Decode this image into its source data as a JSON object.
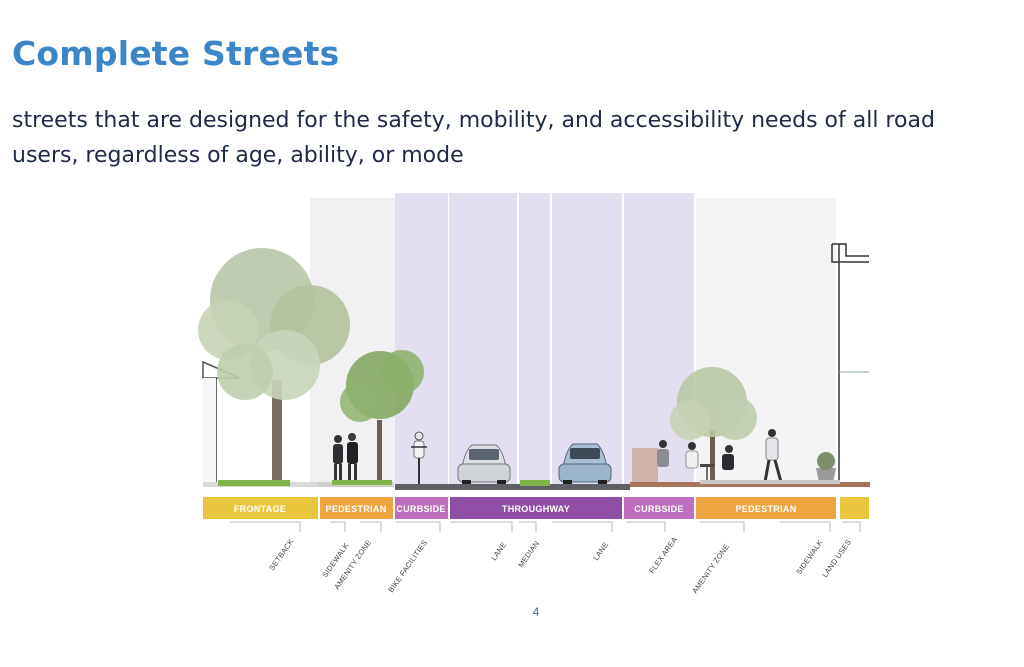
{
  "slide": {
    "title": "Complete Streets",
    "subtitle": "streets that are designed for the safety, mobility, and accessibility needs of all road users, regardless of age, ability, or mode",
    "page_number": "4"
  },
  "diagram": {
    "zones": [
      {
        "label": "FRONTAGE",
        "color": "#e9c63e"
      },
      {
        "label": "PEDESTRIAN",
        "color": "#eea43f"
      },
      {
        "label": "CURBSIDE",
        "color": "#c06cbf"
      },
      {
        "label": "THROUGHWAY",
        "color": "#8f4fa8"
      },
      {
        "label": "CURBSIDE",
        "color": "#c06cbf"
      },
      {
        "label": "PEDESTRIAN",
        "color": "#eea43f"
      },
      {
        "label": "",
        "color": "#e9c63e"
      }
    ],
    "sub_labels": [
      "SETBACK",
      "SIDEWALK",
      "AMENITY ZONE",
      "BIKE FACILITIES",
      "LANE",
      "MEDIAN",
      "LANE",
      "FLEX AREA",
      "AMENITY ZONE",
      "SIDEWALK",
      "LAND USES"
    ],
    "colors": {
      "lane_highlight": "#e3def0",
      "road": "#5f5f68",
      "grass": "#7fb34a"
    }
  }
}
